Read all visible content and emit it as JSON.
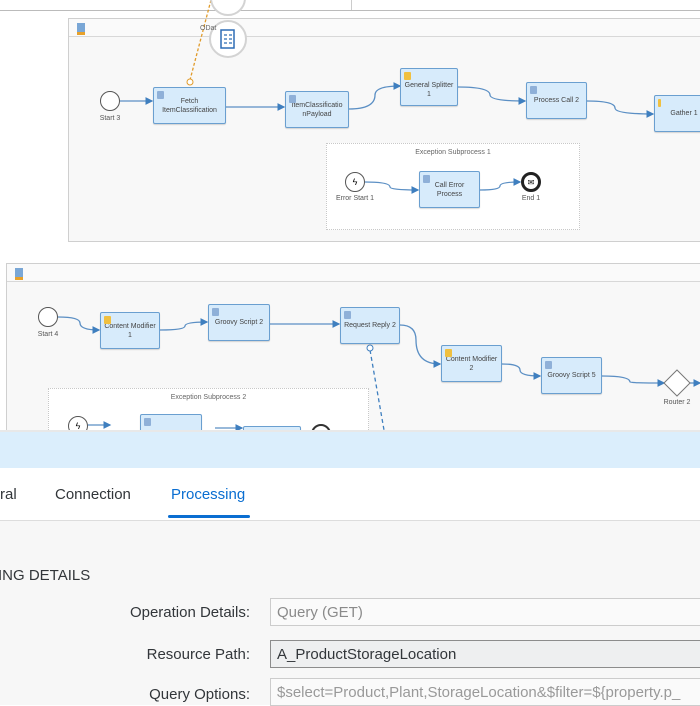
{
  "flow1": {
    "partial_label": "ODat",
    "nodes": {
      "start": "Start 3",
      "fetch": "Fetch ItemClassification",
      "payload": "ItemClassificatio nPayload",
      "splitter": "General Splitter 1",
      "process_call": "Process Call 2",
      "gather": "Gather 1"
    },
    "exception": {
      "title": "Exception Subprocess 1",
      "error_start": "Error Start 1",
      "call_error": "Call Error Process",
      "end": "End 1"
    }
  },
  "flow2": {
    "nodes": {
      "start": "Start 4",
      "cm1": "Content Modifier 1",
      "gs2": "Groovy Script 2",
      "rr2": "Request Reply 2",
      "cm2": "Content Modifier 2",
      "gs5": "Groovy Script 5",
      "router": "Router 2"
    },
    "exception": {
      "title": "Exception Subprocess 2"
    }
  },
  "panel": {
    "tabs": [
      {
        "label": "ral"
      },
      {
        "label": "Connection"
      },
      {
        "label": "Processing",
        "active": true
      }
    ],
    "section_title": "ING DETAILS",
    "fields": [
      {
        "label": "Operation Details:",
        "value": "Query (GET)"
      },
      {
        "label": "Resource Path:",
        "value": "A_ProductStorageLocation"
      },
      {
        "label": "Query Options:",
        "value": "$select=Product,Plant,StorageLocation&$filter=${property.p_"
      }
    ]
  },
  "colors": {
    "accent": "#0a6ed1",
    "node_fill": "#d7ebfb",
    "panel_header": "#dbeefc"
  }
}
